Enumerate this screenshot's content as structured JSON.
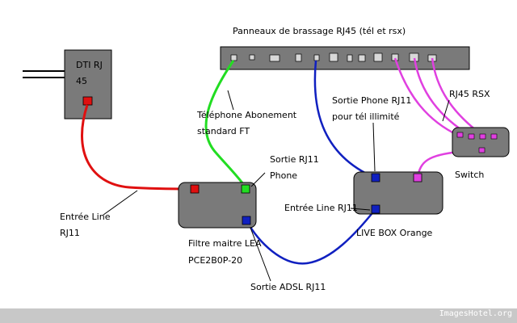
{
  "title": "Panneaux de brassage RJ45 (tél et rsx)",
  "nodes": {
    "dti": {
      "label_line1": "DTI RJ",
      "label_line2": "45"
    },
    "filtre": {
      "label_line1": "Filtre maitre LEA",
      "label_line2": "PCE2B0P-20"
    },
    "livebox": {
      "label": "LIVE BOX Orange"
    },
    "switch": {
      "label": "Switch"
    },
    "rj45rsx": {
      "label": "RJ45 RSX"
    }
  },
  "labels": {
    "entree_line_1": "Entrée Line",
    "entree_line_2": "RJ11",
    "telephone_1": "Téléphone Abonement",
    "telephone_2": "standard FT",
    "sortie_rj11_1": "Sortie RJ11",
    "sortie_rj11_2": "Phone",
    "sortie_phone_1": "Sortie Phone RJ11",
    "sortie_phone_2": "pour tél illimité",
    "entree_line_rj11": "Entrée Line RJ11",
    "sortie_adsl": "Sortie ADSL RJ11"
  },
  "colors": {
    "red_cable": "#e01010",
    "green_cable": "#22dd22",
    "blue_cable": "#1020c0",
    "magenta_cable": "#e040e0",
    "box_fill": "#7a7a7a"
  },
  "footer": "ImagesHotel.org"
}
